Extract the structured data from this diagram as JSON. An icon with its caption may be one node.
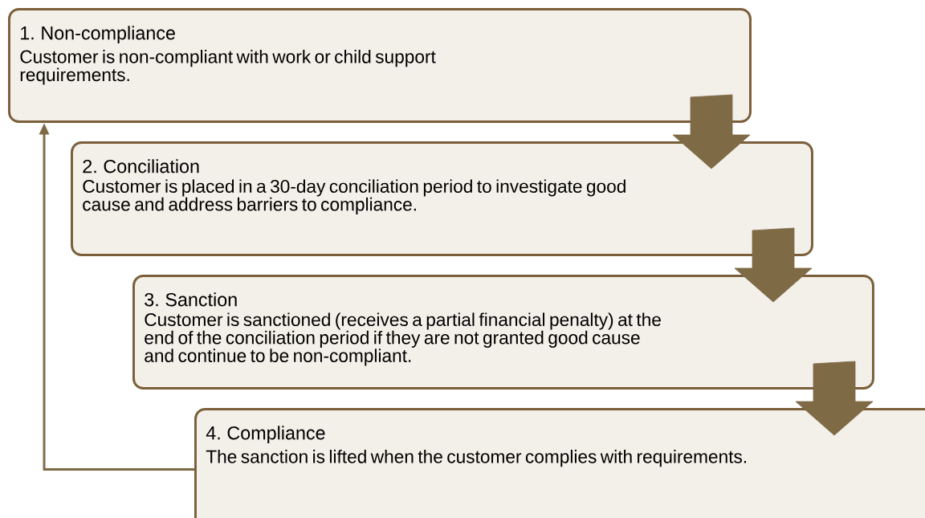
{
  "diagram": {
    "nodes": [
      {
        "text": [
          "1. Non-compliance",
          "Customer is non-compliant with work or child support requirements."
        ]
      },
      {
        "text": [
          "2. Conciliation",
          "Customer is placed in a 30-day conciliation period to investigate good cause and address barriers to compliance."
        ]
      },
      {
        "text": [
          "3. Sanction",
          "Customer is sanctioned (receives a partial financial penalty) at the end of the conciliation period if they are not granted good cause and continue to be non-compliant."
        ]
      },
      {
        "text": [
          "4. Compliance",
          "The sanction is lifted when the customer complies with requirements."
        ]
      }
    ],
    "edges": [
      {
        "from": 0,
        "to": 1,
        "arrow": "to"
      },
      {
        "from": 1,
        "to": 2,
        "arrow": "to"
      },
      {
        "from": 2,
        "to": 3,
        "arrow": "to"
      },
      {
        "from": 3,
        "to": 0,
        "arrow": "to"
      }
    ]
  }
}
